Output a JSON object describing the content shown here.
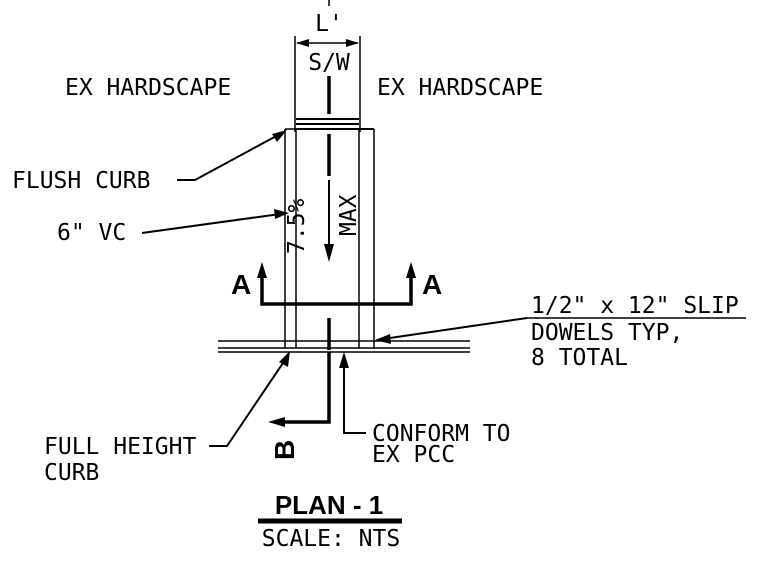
{
  "labels": {
    "dim_top": "L'",
    "sidewalk": "S/W",
    "ex_hardscape_left": "EX HARDSCAPE",
    "ex_hardscape_right": "EX HARDSCAPE",
    "flush_curb": "FLUSH CURB",
    "vc": "6\" VC",
    "slope": "7.5%",
    "slope_max": "MAX",
    "section_a_left": "A",
    "section_a_right": "A",
    "slip_dowels_line1": "1/2\" x 12\" SLIP",
    "slip_dowels_line2": "DOWELS TYP,",
    "slip_dowels_line3": "8 TOTAL",
    "full_height_curb_line1": "FULL HEIGHT",
    "full_height_curb_line2": "CURB",
    "section_b": "B",
    "conform_line1": "CONFORM TO",
    "conform_line2": "EX PCC",
    "title": "PLAN - 1",
    "scale": "SCALE: NTS"
  }
}
